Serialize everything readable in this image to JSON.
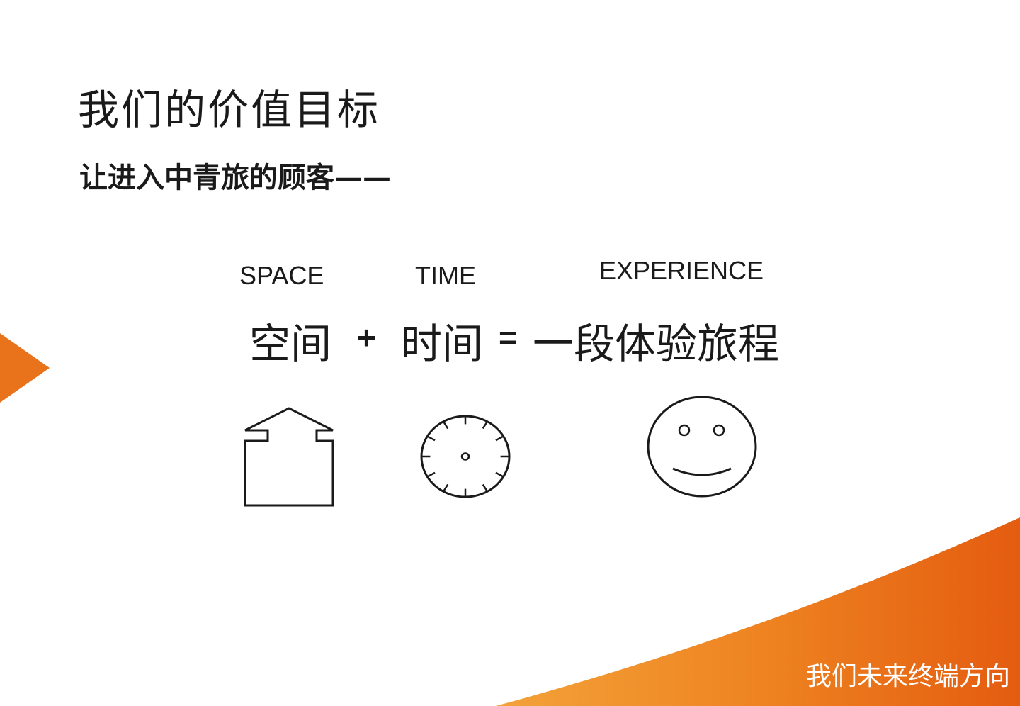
{
  "slide": {
    "title": "我们的价值目标",
    "subtitle": "让进入中青旅的顾客——",
    "labels": {
      "space": "SPACE",
      "time": "TIME",
      "experience": "EXPERIENCE"
    },
    "equation": {
      "space": "空间",
      "plus": "+",
      "time": "时间",
      "equals": "=",
      "experience": "一段体验旅程"
    },
    "footer": "我们未来终端方向"
  },
  "icons": {
    "space": "house-icon",
    "time": "clock-icon",
    "experience": "smiley-icon"
  },
  "colors": {
    "accent": "#e8731a",
    "accent_dark": "#e05a0f",
    "text": "#1a1a1a",
    "footer_text": "#ffffff"
  }
}
